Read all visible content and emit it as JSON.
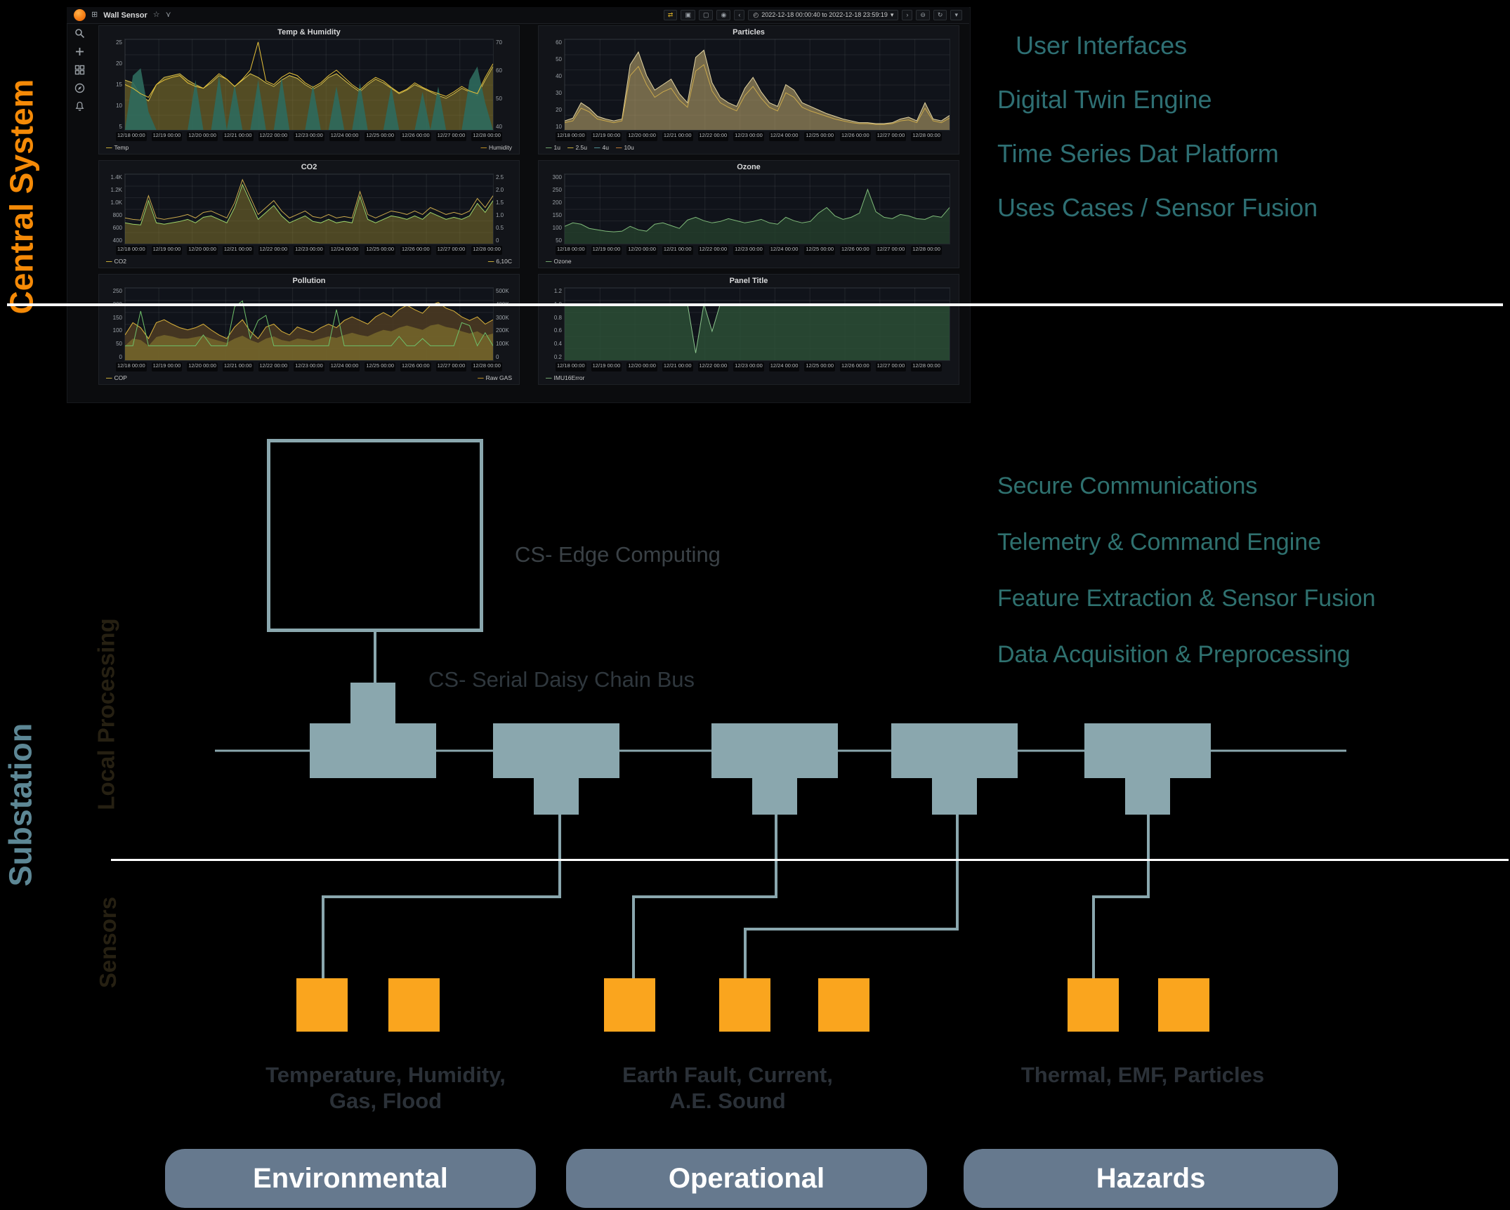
{
  "sections": {
    "central_system": "Central System",
    "substation": "Substation",
    "local_processing": "Local Processing",
    "sensors": "Sensors"
  },
  "colors": {
    "accent_orange": "#F58A07",
    "teal_text_top": "#2E6F73",
    "teal_text_mid": "#2F716F",
    "steel": "#8AA7AE",
    "pill": "#66798E",
    "sensor_orange": "#FAA51E",
    "substation_label": "#5D8795",
    "dim_label": "#262012",
    "diagram_gray_text": "#3A4146"
  },
  "grafana": {
    "title": "Wall Sensor",
    "time_range": "2022-12-18 00:00:40 to 2022-12-18 23:59:19",
    "sidebar_icons": [
      "search",
      "add",
      "dashboards",
      "explore",
      "alerting"
    ],
    "x_ticks": [
      "12/18 00:00",
      "12/19 00:00",
      "12/20 00:00",
      "12/21 00:00",
      "12/22 00:00",
      "12/23 00:00",
      "12/24 00:00",
      "12/25 00:00",
      "12/26 00:00",
      "12/27 00:00",
      "12/28 00:00"
    ]
  },
  "features_top": [
    "User Interfaces",
    "Digital Twin Engine",
    "Time Series Dat Platform",
    "Uses Cases / Sensor Fusion"
  ],
  "features_mid": [
    "Secure Communications",
    "Telemetry & Command Engine",
    "Feature Extraction & Sensor Fusion",
    "Data Acquisition & Preprocessing"
  ],
  "edge": {
    "computing_label": "CS- Edge Computing",
    "bus_label": "CS- Serial Daisy Chain Bus"
  },
  "sensor_groups": [
    {
      "line1": "Temperature, Humidity,",
      "line2": "Gas, Flood"
    },
    {
      "line1": "Earth Fault, Current,",
      "line2": "A.E. Sound"
    },
    {
      "line1": "Thermal, EMF, Particles",
      "line2": ""
    }
  ],
  "pills": [
    {
      "label": "Environmental"
    },
    {
      "label": "Operational"
    },
    {
      "label": "Hazards"
    }
  ],
  "chart_data": [
    {
      "type": "area",
      "title": "Temp & Humidity",
      "y_ticks_left": [
        "25",
        "20",
        "15",
        "10",
        "5"
      ],
      "y_ticks_right": [
        "70",
        "60",
        "50",
        "40"
      ],
      "legend_left": [
        {
          "color": "#e3c23e",
          "label": "Temp"
        }
      ],
      "legend_right": [
        {
          "color": "#d9a127",
          "label": "Humidity"
        }
      ],
      "series": [
        {
          "name": "humidity-area",
          "fill": "#8a7c2e",
          "fill_opacity": 0.55,
          "stroke": "#d9c04a",
          "values": [
            0.55,
            0.52,
            0.38,
            0.32,
            0.5,
            0.58,
            0.6,
            0.62,
            0.55,
            0.5,
            0.46,
            0.52,
            0.6,
            0.56,
            0.48,
            0.55,
            0.62,
            0.58,
            0.52,
            0.48,
            0.55,
            0.6,
            0.57,
            0.5,
            0.45,
            0.5,
            0.58,
            0.62,
            0.55,
            0.48,
            0.42,
            0.5,
            0.56,
            0.52,
            0.46,
            0.4,
            0.44,
            0.5,
            0.46,
            0.42,
            0.38,
            0.35,
            0.4,
            0.46,
            0.42,
            0.38,
            0.55,
            0.7
          ]
        },
        {
          "name": "temp-cool-blobs",
          "fill": "#2e6a5d",
          "fill_opacity": 0.9,
          "values": [
            0,
            0.6,
            0.68,
            0.2,
            0,
            0,
            0,
            0,
            0,
            0.55,
            0,
            0,
            0.6,
            0,
            0.5,
            0,
            0,
            0.55,
            0,
            0,
            0.58,
            0,
            0,
            0,
            0.5,
            0,
            0,
            0.48,
            0,
            0,
            0.52,
            0,
            0,
            0,
            0.48,
            0,
            0,
            0,
            0.42,
            0,
            0.48,
            0,
            0,
            0,
            0.55,
            0.7,
            0.3,
            0
          ]
        },
        {
          "name": "temp-line",
          "stroke": "#e8c33a",
          "values": [
            0.5,
            0.46,
            0.4,
            0.36,
            0.5,
            0.55,
            0.58,
            0.6,
            0.52,
            0.48,
            0.46,
            0.54,
            0.62,
            0.56,
            0.48,
            0.56,
            0.66,
            0.97,
            0.54,
            0.5,
            0.58,
            0.63,
            0.6,
            0.52,
            0.47,
            0.52,
            0.6,
            0.66,
            0.58,
            0.5,
            0.44,
            0.52,
            0.58,
            0.54,
            0.47,
            0.41,
            0.45,
            0.52,
            0.47,
            0.43,
            0.4,
            0.37,
            0.42,
            0.48,
            0.43,
            0.4,
            0.58,
            0.73
          ]
        }
      ]
    },
    {
      "type": "area",
      "title": "Particles",
      "y_ticks_left": [
        "60",
        "50",
        "40",
        "30",
        "20",
        "10"
      ],
      "y_ticks_right": [],
      "legend_left": [
        {
          "color": "#7fba7a",
          "label": "1u"
        },
        {
          "color": "#e3c23e",
          "label": "2.5u"
        },
        {
          "color": "#56a3a6",
          "label": "4u"
        },
        {
          "color": "#d9883a",
          "label": "10u"
        }
      ],
      "legend_right": [],
      "series": [
        {
          "name": "particles-area",
          "fill": "#b6a26b",
          "fill_opacity": 0.6,
          "stroke": "#e2d3a0",
          "values": [
            0.1,
            0.13,
            0.3,
            0.24,
            0.15,
            0.12,
            0.1,
            0.12,
            0.72,
            0.86,
            0.6,
            0.44,
            0.5,
            0.56,
            0.4,
            0.3,
            0.8,
            0.88,
            0.52,
            0.36,
            0.3,
            0.26,
            0.46,
            0.58,
            0.42,
            0.3,
            0.26,
            0.5,
            0.44,
            0.3,
            0.26,
            0.22,
            0.18,
            0.15,
            0.12,
            0.1,
            0.08,
            0.08,
            0.07,
            0.07,
            0.08,
            0.12,
            0.14,
            0.1,
            0.3,
            0.12,
            0.1,
            0.16
          ]
        },
        {
          "name": "particles-inner",
          "stroke": "#caa94c",
          "values": [
            0.08,
            0.1,
            0.24,
            0.2,
            0.12,
            0.1,
            0.08,
            0.1,
            0.6,
            0.7,
            0.5,
            0.36,
            0.42,
            0.46,
            0.33,
            0.25,
            0.65,
            0.72,
            0.43,
            0.3,
            0.25,
            0.21,
            0.38,
            0.48,
            0.35,
            0.25,
            0.21,
            0.41,
            0.36,
            0.25,
            0.21,
            0.18,
            0.15,
            0.12,
            0.1,
            0.08,
            0.07,
            0.07,
            0.06,
            0.06,
            0.07,
            0.1,
            0.11,
            0.08,
            0.24,
            0.1,
            0.08,
            0.13
          ]
        }
      ]
    },
    {
      "type": "area",
      "title": "CO2",
      "y_ticks_left": [
        "1.4K",
        "1.2K",
        "1.0K",
        "800",
        "600",
        "400"
      ],
      "y_ticks_right": [
        "2.5",
        "2.0",
        "1.5",
        "1.0",
        "0.5",
        "0"
      ],
      "legend_left": [
        {
          "color": "#e3c23e",
          "label": "CO2"
        }
      ],
      "legend_right": [
        {
          "color": "#e3c23e",
          "label": "6,10C"
        }
      ],
      "series": [
        {
          "name": "co2-area",
          "fill": "#8a7c2e",
          "fill_opacity": 0.5,
          "stroke": "#9dd36a",
          "values": [
            0.3,
            0.28,
            0.27,
            0.62,
            0.3,
            0.28,
            0.3,
            0.32,
            0.35,
            0.3,
            0.38,
            0.4,
            0.35,
            0.3,
            0.52,
            0.85,
            0.6,
            0.35,
            0.45,
            0.55,
            0.4,
            0.3,
            0.35,
            0.4,
            0.32,
            0.3,
            0.35,
            0.3,
            0.32,
            0.3,
            0.68,
            0.35,
            0.3,
            0.35,
            0.4,
            0.38,
            0.35,
            0.4,
            0.35,
            0.45,
            0.4,
            0.35,
            0.38,
            0.35,
            0.4,
            0.58,
            0.45,
            0.62
          ]
        },
        {
          "name": "co2-band",
          "stroke": "#caa94c",
          "values": [
            0.37,
            0.35,
            0.34,
            0.69,
            0.37,
            0.35,
            0.37,
            0.39,
            0.42,
            0.37,
            0.45,
            0.47,
            0.42,
            0.37,
            0.59,
            0.92,
            0.67,
            0.42,
            0.52,
            0.62,
            0.47,
            0.37,
            0.42,
            0.47,
            0.39,
            0.37,
            0.42,
            0.37,
            0.39,
            0.37,
            0.75,
            0.42,
            0.37,
            0.42,
            0.47,
            0.45,
            0.42,
            0.47,
            0.42,
            0.52,
            0.47,
            0.42,
            0.45,
            0.42,
            0.47,
            0.65,
            0.52,
            0.69
          ]
        }
      ]
    },
    {
      "type": "area",
      "title": "Ozone",
      "y_ticks_left": [
        "300",
        "250",
        "200",
        "150",
        "100",
        "50"
      ],
      "y_ticks_right": [],
      "legend_left": [
        {
          "color": "#7fba7a",
          "label": "Ozone"
        }
      ],
      "legend_right": [],
      "series": [
        {
          "name": "ozone-area",
          "fill": "#24402c",
          "fill_opacity": 0.8,
          "stroke": "#7fba7a",
          "values": [
            0.25,
            0.3,
            0.28,
            0.22,
            0.2,
            0.18,
            0.17,
            0.18,
            0.25,
            0.2,
            0.18,
            0.28,
            0.3,
            0.26,
            0.22,
            0.34,
            0.38,
            0.33,
            0.3,
            0.32,
            0.36,
            0.33,
            0.3,
            0.32,
            0.35,
            0.3,
            0.28,
            0.38,
            0.33,
            0.3,
            0.32,
            0.44,
            0.52,
            0.4,
            0.35,
            0.38,
            0.44,
            0.78,
            0.46,
            0.38,
            0.36,
            0.42,
            0.4,
            0.36,
            0.35,
            0.4,
            0.38,
            0.52
          ]
        }
      ]
    },
    {
      "type": "area",
      "title": "Pollution",
      "y_ticks_left": [
        "250",
        "200",
        "150",
        "100",
        "50",
        "0"
      ],
      "y_ticks_right": [
        "500K",
        "400K",
        "300K",
        "200K",
        "100K",
        "0"
      ],
      "legend_left": [
        {
          "color": "#e3c23e",
          "label": "COP"
        }
      ],
      "legend_right": [
        {
          "color": "#d9a127",
          "label": "Raw GAS"
        }
      ],
      "series": [
        {
          "name": "pollution-upper",
          "fill": "#4a3a22",
          "fill_opacity": 0.9,
          "stroke": "#d9b23c",
          "values": [
            0.35,
            0.52,
            0.45,
            0.3,
            0.52,
            0.56,
            0.5,
            0.45,
            0.42,
            0.45,
            0.5,
            0.42,
            0.35,
            0.3,
            0.46,
            0.56,
            0.4,
            0.3,
            0.46,
            0.5,
            0.4,
            0.35,
            0.46,
            0.42,
            0.38,
            0.45,
            0.5,
            0.45,
            0.55,
            0.6,
            0.55,
            0.5,
            0.6,
            0.66,
            0.6,
            0.7,
            0.76,
            0.7,
            0.65,
            0.76,
            0.8,
            0.72,
            0.68,
            0.6,
            0.55,
            0.6,
            0.5,
            0.56
          ]
        },
        {
          "name": "pollution-lower",
          "fill": "#8a7c2e",
          "fill_opacity": 0.6,
          "values": [
            0.2,
            0.3,
            0.28,
            0.2,
            0.32,
            0.35,
            0.33,
            0.3,
            0.3,
            0.32,
            0.34,
            0.3,
            0.27,
            0.24,
            0.3,
            0.34,
            0.28,
            0.24,
            0.3,
            0.33,
            0.28,
            0.26,
            0.3,
            0.29,
            0.27,
            0.3,
            0.33,
            0.31,
            0.35,
            0.38,
            0.35,
            0.33,
            0.38,
            0.42,
            0.4,
            0.45,
            0.48,
            0.45,
            0.42,
            0.48,
            0.5,
            0.46,
            0.44,
            0.4,
            0.37,
            0.4,
            0.34,
            0.37
          ]
        },
        {
          "name": "pollution-spikes",
          "stroke": "#6fc06a",
          "values": [
            0.2,
            0.2,
            0.68,
            0.2,
            0.2,
            0.2,
            0.2,
            0.2,
            0.2,
            0.2,
            0.35,
            0.2,
            0.2,
            0.2,
            0.74,
            0.82,
            0.3,
            0.55,
            0.62,
            0.2,
            0.2,
            0.2,
            0.2,
            0.2,
            0.2,
            0.2,
            0.2,
            0.7,
            0.2,
            0.2,
            0.2,
            0.2,
            0.2,
            0.2,
            0.2,
            0.33,
            0.2,
            0.2,
            0.3,
            0.2,
            0.2,
            0.2,
            0.2,
            0.52,
            0.48,
            0.2,
            0.38,
            0.2
          ]
        }
      ]
    },
    {
      "type": "area",
      "title": "Panel Title",
      "y_ticks_left": [
        "1.2",
        "1.0",
        "0.8",
        "0.6",
        "0.4",
        "0.2"
      ],
      "y_ticks_right": [],
      "legend_left": [
        {
          "color": "#7fba7a",
          "label": "IMU16Error"
        }
      ],
      "legend_right": [],
      "series": [
        {
          "name": "error-flag",
          "fill": "#2c4f36",
          "fill_opacity": 0.85,
          "stroke": "#8bc48d",
          "values": [
            0.78,
            0.78,
            0.78,
            0.78,
            0.78,
            0.78,
            0.78,
            0.78,
            0.78,
            0.78,
            0.78,
            0.78,
            0.78,
            0.78,
            0.78,
            0.78,
            0.1,
            0.78,
            0.4,
            0.78,
            0.78,
            0.78,
            0.78,
            0.78,
            0.78,
            0.78,
            0.78,
            0.78,
            0.78,
            0.78,
            0.78,
            0.78,
            0.78,
            0.78,
            0.78,
            0.78,
            0.78,
            0.78,
            0.78,
            0.78,
            0.78,
            0.78,
            0.78,
            0.78,
            0.78,
            0.78,
            0.78,
            0.78
          ]
        }
      ]
    }
  ]
}
